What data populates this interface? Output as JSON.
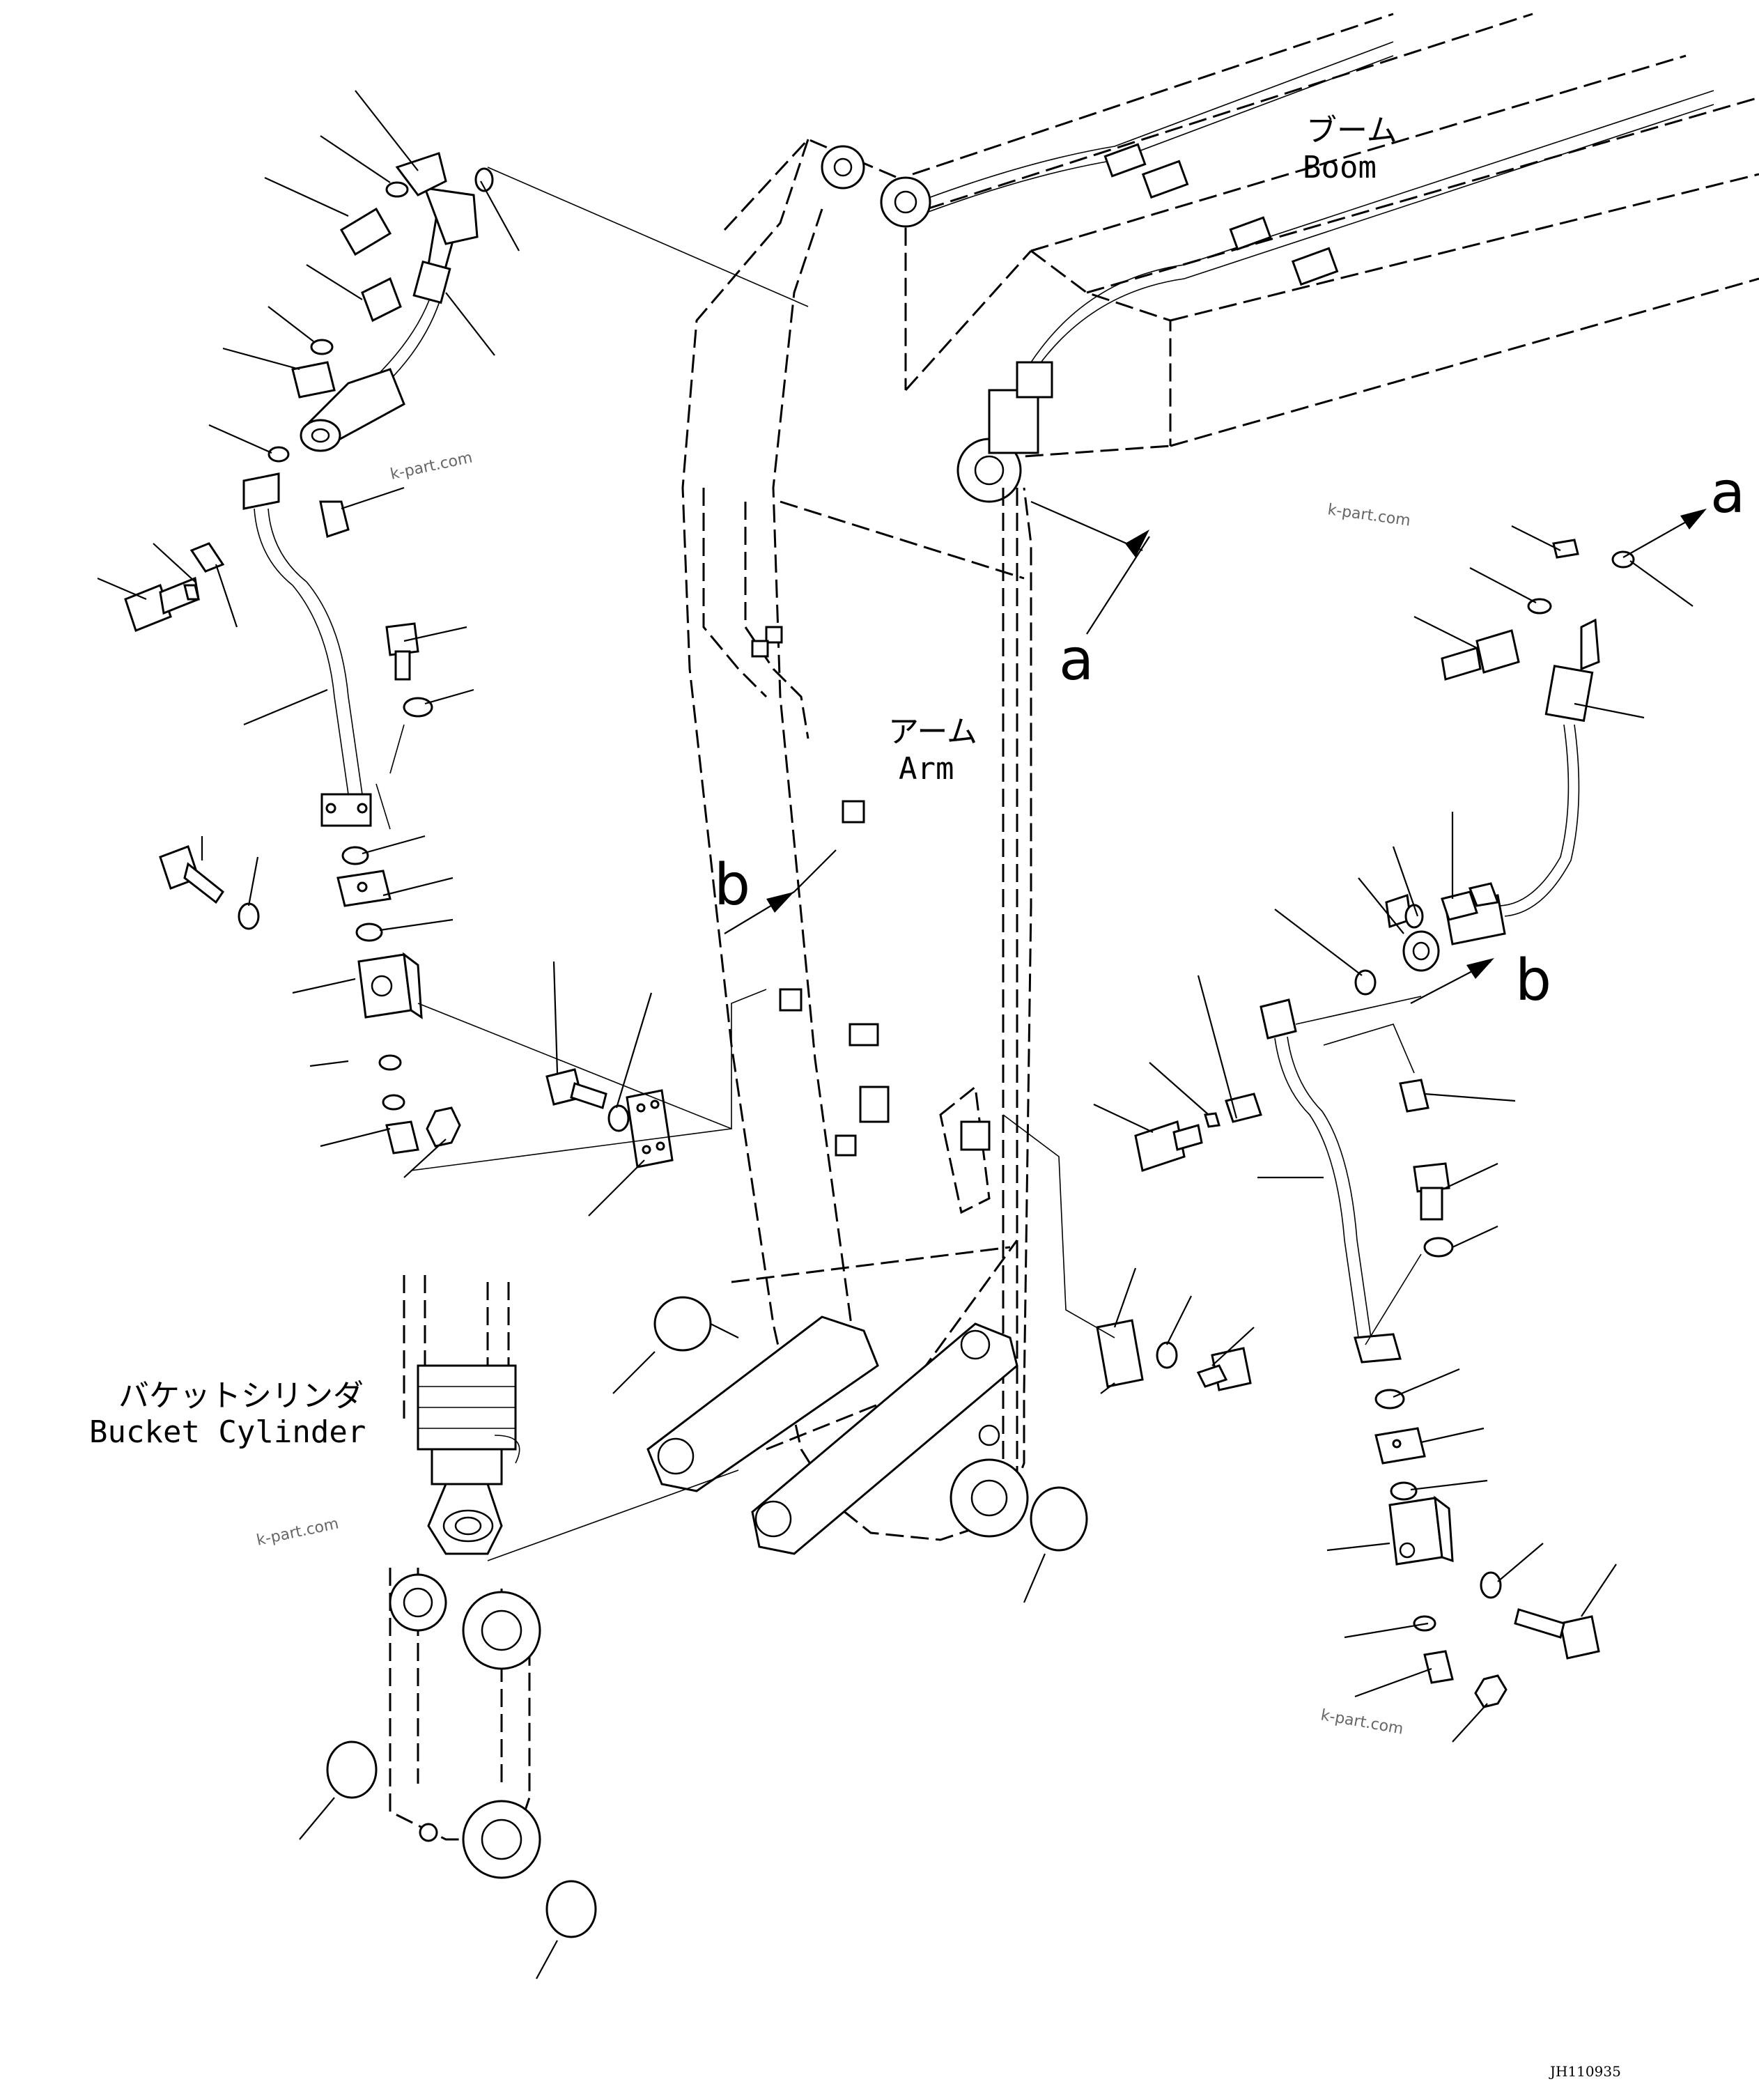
{
  "labels": {
    "boom_jp": "ブーム",
    "boom_en": "Boom",
    "arm_jp": "アーム",
    "arm_en": "Arm",
    "bucket_cylinder_jp": "バケットシリンダ",
    "bucket_cylinder_en": "Bucket Cylinder",
    "ref_a": "a",
    "ref_b": "b",
    "watermark": "k-part.com",
    "drawing_code": "JH110935"
  }
}
